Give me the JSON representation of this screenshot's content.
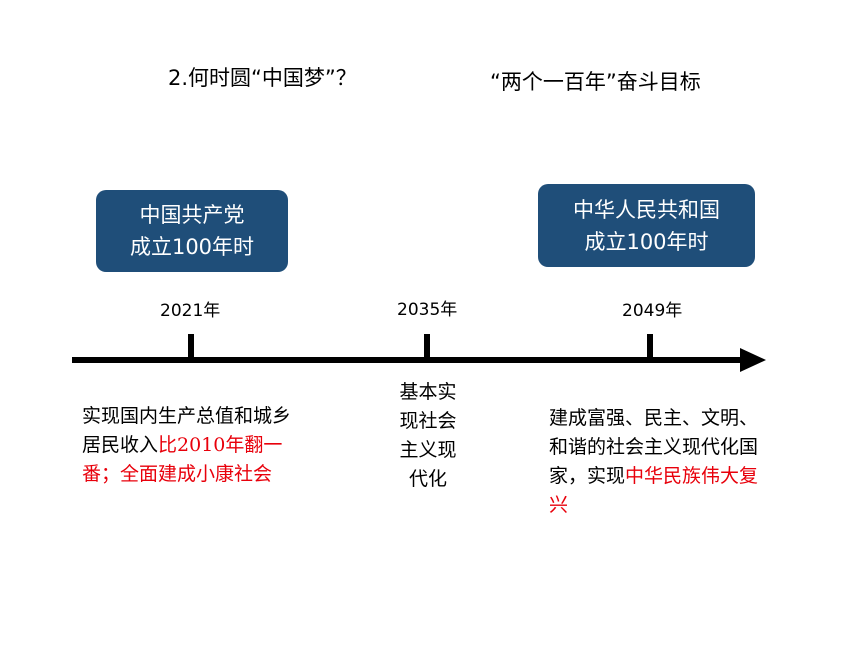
{
  "title_left": "2.何时圆“中国梦”？",
  "title_right": "“两个一百年”奋斗目标",
  "boxes": {
    "left": {
      "line1": "中国共产党",
      "line2": "成立100年时"
    },
    "right": {
      "line1": "中华人民共和国",
      "line2": "成立100年时"
    }
  },
  "years": [
    "2021年",
    "2035年",
    "2049年"
  ],
  "goals": {
    "g2021": {
      "black": "实现国内生产总值和城乡居民收入",
      "red": "比2010年翻一番；全面建成小康社会"
    },
    "g2035": {
      "line1": "基本实",
      "line2": "现社会",
      "line3": "主义现",
      "line4": "代化"
    },
    "g2049": {
      "black": "建成富强、民主、文明、和谐的社会主义现代化国家，实现",
      "red": "中华民族伟大复兴"
    }
  },
  "colors": {
    "box_fill": "#1f4e79",
    "highlight": "#e8000b",
    "axis": "#000000"
  }
}
